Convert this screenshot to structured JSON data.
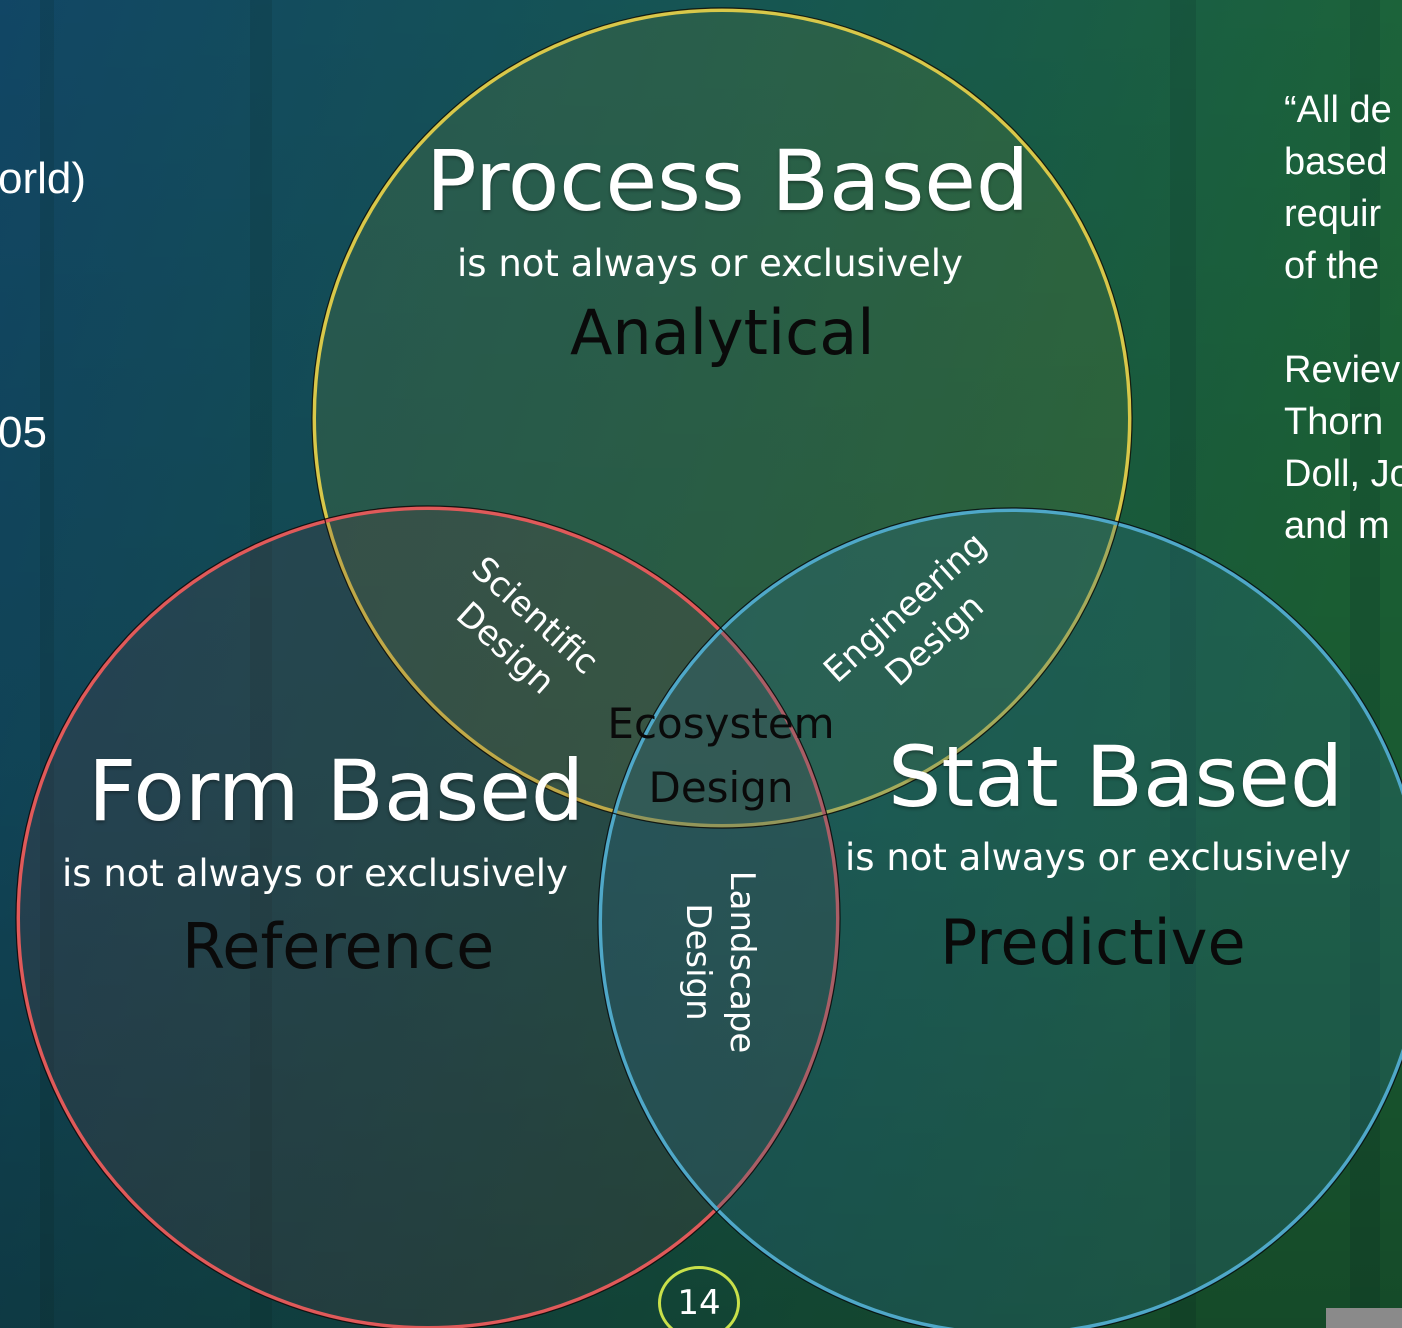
{
  "circles": {
    "process": {
      "heading": "Process Based",
      "subtitle": "is not always or exclusively",
      "term": "Analytical",
      "color": "#d8c84a"
    },
    "form": {
      "heading": "Form Based",
      "subtitle": "is not always or exclusively",
      "term": "Reference",
      "color": "#e05a5a"
    },
    "stat": {
      "heading": "Stat Based",
      "subtitle": "is not always or exclusively",
      "term": "Predictive",
      "color": "#4fa8c8"
    }
  },
  "center": {
    "line1": "Ecosystem",
    "line2": "Design"
  },
  "overlaps": {
    "scientific": [
      "Scientific",
      "Design"
    ],
    "engineering": [
      "Engineering",
      "Design"
    ],
    "landscape": [
      "Landscape",
      "Design"
    ]
  },
  "fragments": {
    "left": [
      "orld)",
      "05"
    ],
    "right": [
      "“All de",
      "based",
      "requir",
      "of the",
      "Reviev",
      "Thorn",
      "Doll, Jo",
      "and m"
    ]
  },
  "page": {
    "number": "14"
  }
}
